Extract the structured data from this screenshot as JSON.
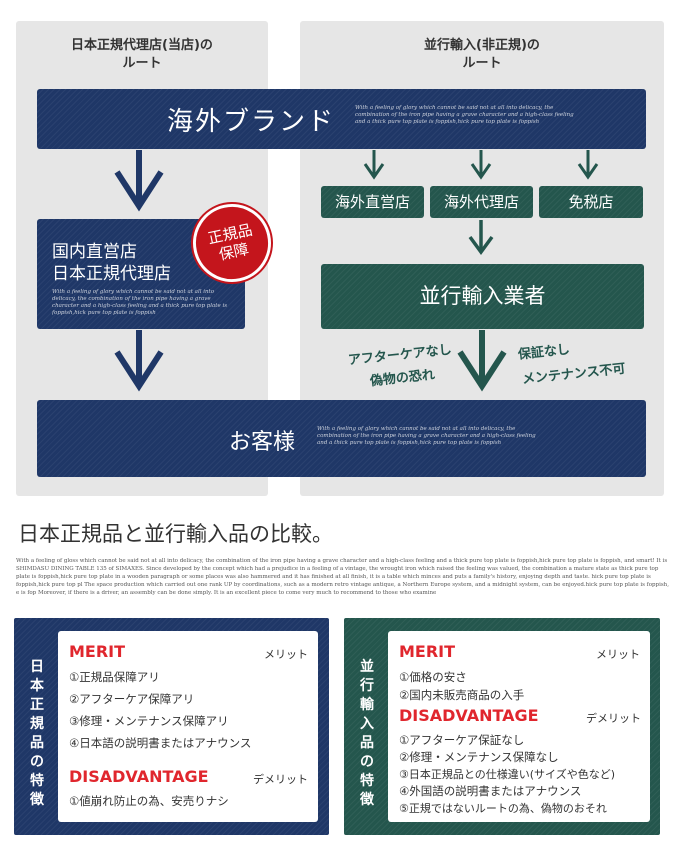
{
  "left_panel": {
    "title_line1": "日本正規代理店(当店)の",
    "title_line2": "ルート",
    "domestic_line1": "国内直営店",
    "domestic_line2": "日本正規代理店",
    "badge_line1": "正規品",
    "badge_line2": "保障"
  },
  "right_panel": {
    "title_line1": "並行輸入(非正規)の",
    "title_line2": "ルート",
    "outlets": [
      "海外直営店",
      "海外代理店",
      "免税店"
    ],
    "importer": "並行輸入業者",
    "risk_left_1": "アフターケアなし",
    "risk_left_2": "偽物の恐れ",
    "risk_right_1": "保証なし",
    "risk_right_2": "メンテナンス不可"
  },
  "brand_label": "海外ブランド",
  "customer_label": "お客様",
  "fine_text": "With a feeling of glory which cannot be said not at all into delicacy, the combination of the iron pipe having a grave character and a high-class feeling and a thick pure top plate is foppish,hick pure top plate is foppish",
  "comparison": {
    "heading": "日本正規品と並行輸入品の比較。",
    "description": "With a feeling of gloss which cannot be said not at all into delicacy, the combination of the iron pipe having a grave character and a high-class feeling and a thick pure top plate is foppish,hick pure top plate is foppish, and smart! It is SHIMDASU DINING TABLE 135 of SIMAXES. Since developed by the concept which had a prejudice in a feeling of a vintage, the wrought iron which raised the feeling was valued, the combination a mature state as thick pure top plate is foppish,hick pure top plate in a wooden paragraph or some places was also hammered and it has finished at all finish, it is a table which minces and puts a family's history, enjoying depth and taste. hick pure top plate is foppish,hick pure top pl The space production which carried out one rank UP by coordinations, such as a modern retro vintage antique, a Northern Europe system, and a midnight system, can be enjoyed.hick pure top plate is foppish, e is fop Moreover, if there is a driver, an assembly can be done simply. It is an excellent piece to come very much to recommend to those who examine",
    "japan": {
      "vertical_title": [
        "日",
        "本",
        "正",
        "規",
        "品",
        "の",
        "特",
        "徴"
      ],
      "merit_header": "MERIT",
      "merit_jp": "メリット",
      "merits": [
        "①正規品保障アリ",
        "②アフターケア保障アリ",
        "③修理・メンテナンス保障アリ",
        "④日本語の説明書またはアナウンス"
      ],
      "disadvantage_header": "DISADVANTAGE",
      "disadvantage_jp": "デメリット",
      "disadvantages": [
        "①値崩れ防止の為、安売りナシ"
      ]
    },
    "parallel": {
      "vertical_title": [
        "並",
        "行",
        "輸",
        "入",
        "品",
        "の",
        "特",
        "徴"
      ],
      "merit_header": "MERIT",
      "merit_jp": "メリット",
      "merits": [
        "①価格の安さ",
        "②国内未販売商品の入手"
      ],
      "disadvantage_header": "DISADVANTAGE",
      "disadvantage_jp": "デメリット",
      "disadvantages": [
        "①アフターケア保証なし",
        "②修理・メンテナンス保障なし",
        "③日本正規品との仕様違い(サイズや色など)",
        "④外国語の説明書またはアナウンス",
        "⑤正規ではないルートの為、偽物のおそれ"
      ]
    }
  },
  "colors": {
    "navy": "#1f3767",
    "green": "#24564d",
    "red": "#e0262d",
    "badge": "#c4151c",
    "panel": "#e6e6e6"
  }
}
